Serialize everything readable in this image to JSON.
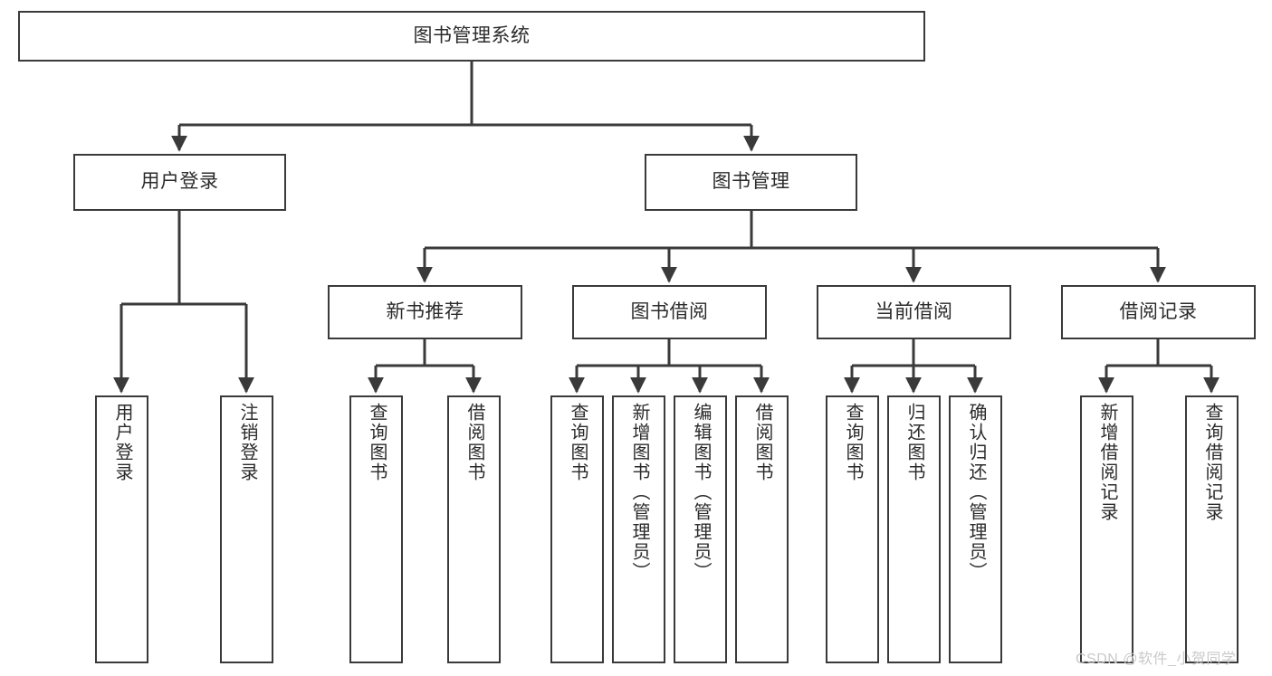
{
  "diagram": {
    "type": "tree-hierarchy-chart",
    "title_text": "图书管理系统",
    "root": {
      "id": "root",
      "label": "图书管理系统"
    },
    "level2": [
      {
        "id": "user-login",
        "label": "用户登录"
      },
      {
        "id": "book-management",
        "label": "图书管理"
      }
    ],
    "level3": [
      {
        "id": "new-book-recommend",
        "label": "新书推荐"
      },
      {
        "id": "book-borrow",
        "label": "图书借阅"
      },
      {
        "id": "current-borrow",
        "label": "当前借阅"
      },
      {
        "id": "borrow-record",
        "label": "借阅记录"
      }
    ],
    "leaves": {
      "user_login": [
        {
          "id": "leaf-user-login",
          "label": "用户登录"
        },
        {
          "id": "leaf-logout-login",
          "label": "注销登录"
        }
      ],
      "new_book_recommend": [
        {
          "id": "leaf-query-book-1",
          "label": "查询图书"
        },
        {
          "id": "leaf-borrow-book-1",
          "label": "借阅图书"
        }
      ],
      "book_borrow": [
        {
          "id": "leaf-query-book-2",
          "label": "查询图书"
        },
        {
          "id": "leaf-add-book",
          "label": "新增图书（管理员）"
        },
        {
          "id": "leaf-edit-book",
          "label": "编辑图书（管理员）"
        },
        {
          "id": "leaf-borrow-book-2",
          "label": "借阅图书"
        }
      ],
      "current_borrow": [
        {
          "id": "leaf-query-book-3",
          "label": "查询图书"
        },
        {
          "id": "leaf-return-book",
          "label": "归还图书"
        },
        {
          "id": "leaf-confirm-return",
          "label": "确认归还（管理员）"
        }
      ],
      "borrow_record": [
        {
          "id": "leaf-add-record",
          "label": "新增借阅记录"
        },
        {
          "id": "leaf-query-record",
          "label": "查询借阅记录"
        }
      ]
    },
    "watermark": "CSDN @软件_小贺同学",
    "colors": {
      "background": "#ffffff",
      "box_border": "#3a3a3a",
      "box_fill": "#ffffff",
      "text": "#2b2b2b",
      "connector": "#3a3a3a",
      "watermark": "#c9c9c9"
    }
  }
}
